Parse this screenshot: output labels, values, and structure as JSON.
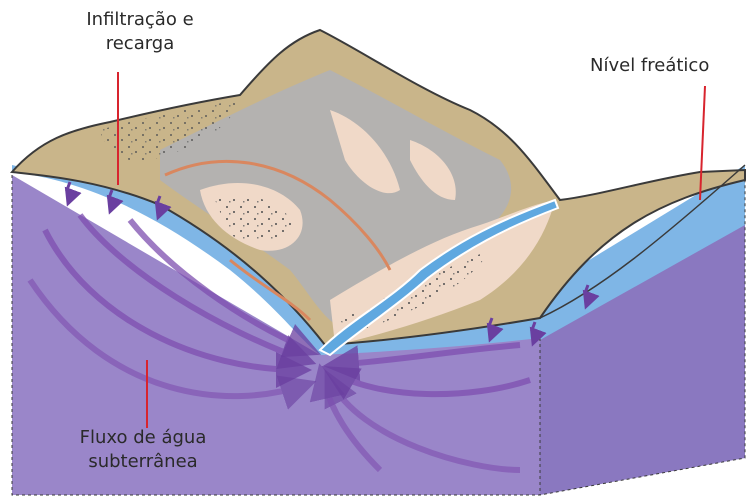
{
  "labels": {
    "infiltration": [
      "Infiltração e",
      "recarga"
    ],
    "water_table": "Nível freático",
    "groundwater_flow": [
      "Fluxo de água",
      "subterrânea"
    ]
  },
  "colors": {
    "aquifer_front": "#9a86c9",
    "aquifer_side": "#8a78c0",
    "saturated_zone": "#7fb6e6",
    "ground_surface": "#c9b58a",
    "rock_grey": "#b4b2b0",
    "sediment_pink": "#f0d9c8",
    "river": "#5fa8e0",
    "flow_arrow": "#7e4fb0",
    "leader_line": "#d8242e"
  }
}
